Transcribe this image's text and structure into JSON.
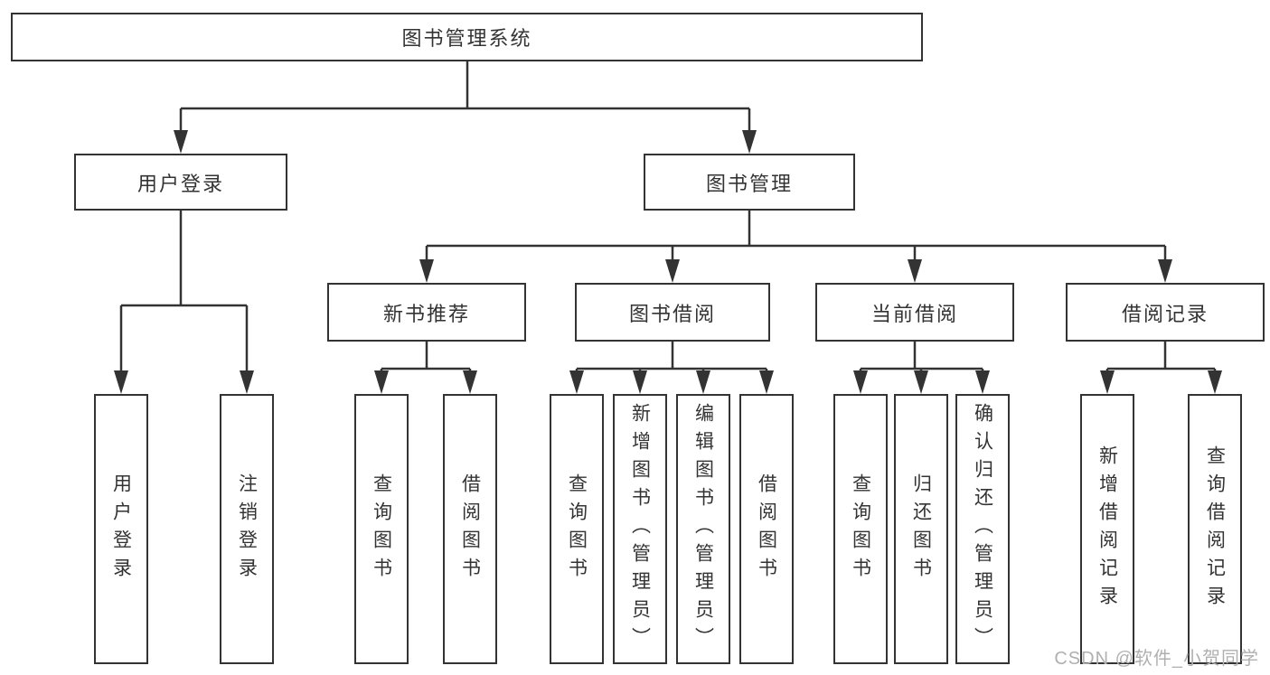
{
  "diagram": {
    "title": "图书管理系统",
    "level2": [
      {
        "label": "用户登录"
      },
      {
        "label": "图书管理"
      }
    ],
    "level3": [
      {
        "label": "新书推荐"
      },
      {
        "label": "图书借阅"
      },
      {
        "label": "当前借阅"
      },
      {
        "label": "借阅记录"
      }
    ],
    "level4": [
      {
        "label": "用户登录"
      },
      {
        "label": "注销登录"
      },
      {
        "label": "查询图书"
      },
      {
        "label": "借阅图书"
      },
      {
        "label": "查询图书"
      },
      {
        "label": "新增图书（管理员）"
      },
      {
        "label": "编辑图书（管理员）"
      },
      {
        "label": "借阅图书"
      },
      {
        "label": "查询图书"
      },
      {
        "label": "归还图书"
      },
      {
        "label": "确认归还（管理员）"
      },
      {
        "label": "新增借阅记录"
      },
      {
        "label": "查询借阅记录"
      }
    ]
  },
  "watermark": {
    "text": "CSDN @软件_小贺同学"
  },
  "colors": {
    "line": "#333333",
    "text": "#333333",
    "background": "#ffffff",
    "watermark": "#b0b0b0"
  }
}
